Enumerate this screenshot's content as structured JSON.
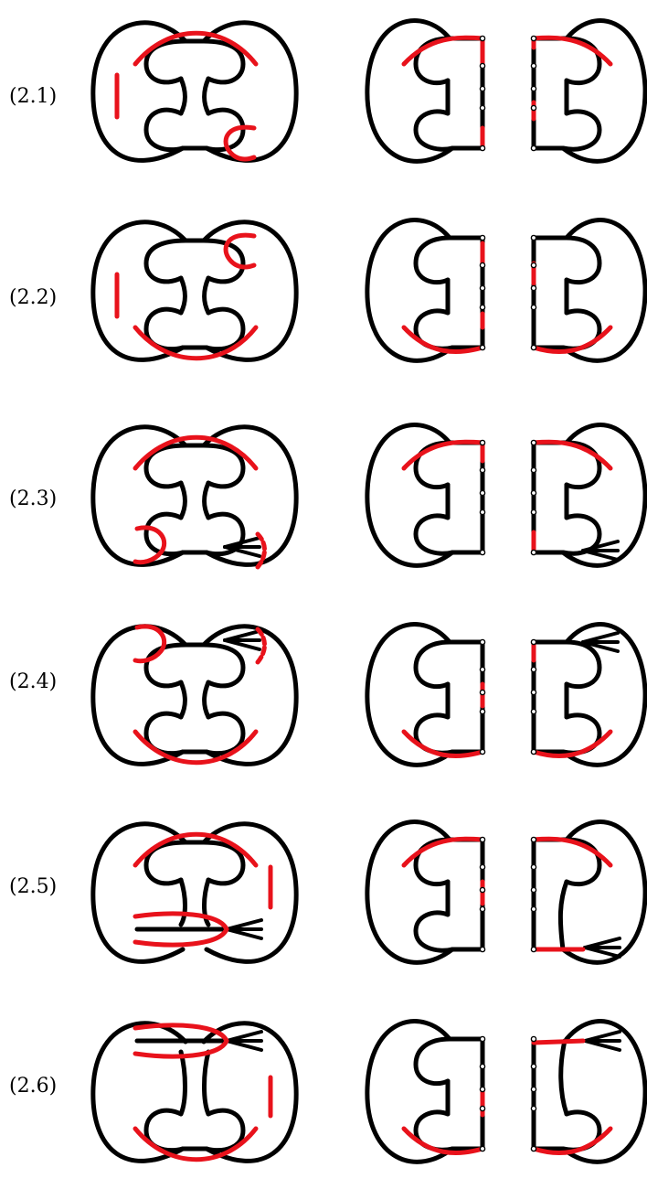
{
  "colors": {
    "black": "#000000",
    "red": "#e8121b"
  },
  "rows": [
    {
      "label": "(2.1)"
    },
    {
      "label": "(2.2)"
    },
    {
      "label": "(2.3)"
    },
    {
      "label": "(2.4)"
    },
    {
      "label": "(2.5)"
    },
    {
      "label": "(2.6)"
    }
  ]
}
